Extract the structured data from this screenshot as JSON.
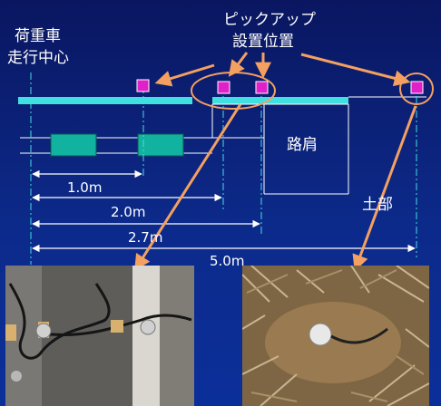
{
  "labels": {
    "load_vehicle_center": [
      "荷重車",
      "走行中心"
    ],
    "pickup_position": [
      "ピックアップ",
      "設置位置"
    ],
    "shoulder": "路肩",
    "soil_section": "土部"
  },
  "dimensions": [
    "1.0m",
    "2.0m",
    "2.7m",
    "5.0m"
  ],
  "photos": {
    "left": {
      "subject": "pickups on asphalt road near white lane line"
    },
    "right": {
      "subject": "pickup on dry grass and soil"
    }
  },
  "colors": {
    "background": "#0b2489",
    "road_surface": "#40e0e0",
    "wheel": "#12b2a0",
    "marker": "#e020c8",
    "arrow": "#f4a060",
    "text": "#ffffff"
  }
}
